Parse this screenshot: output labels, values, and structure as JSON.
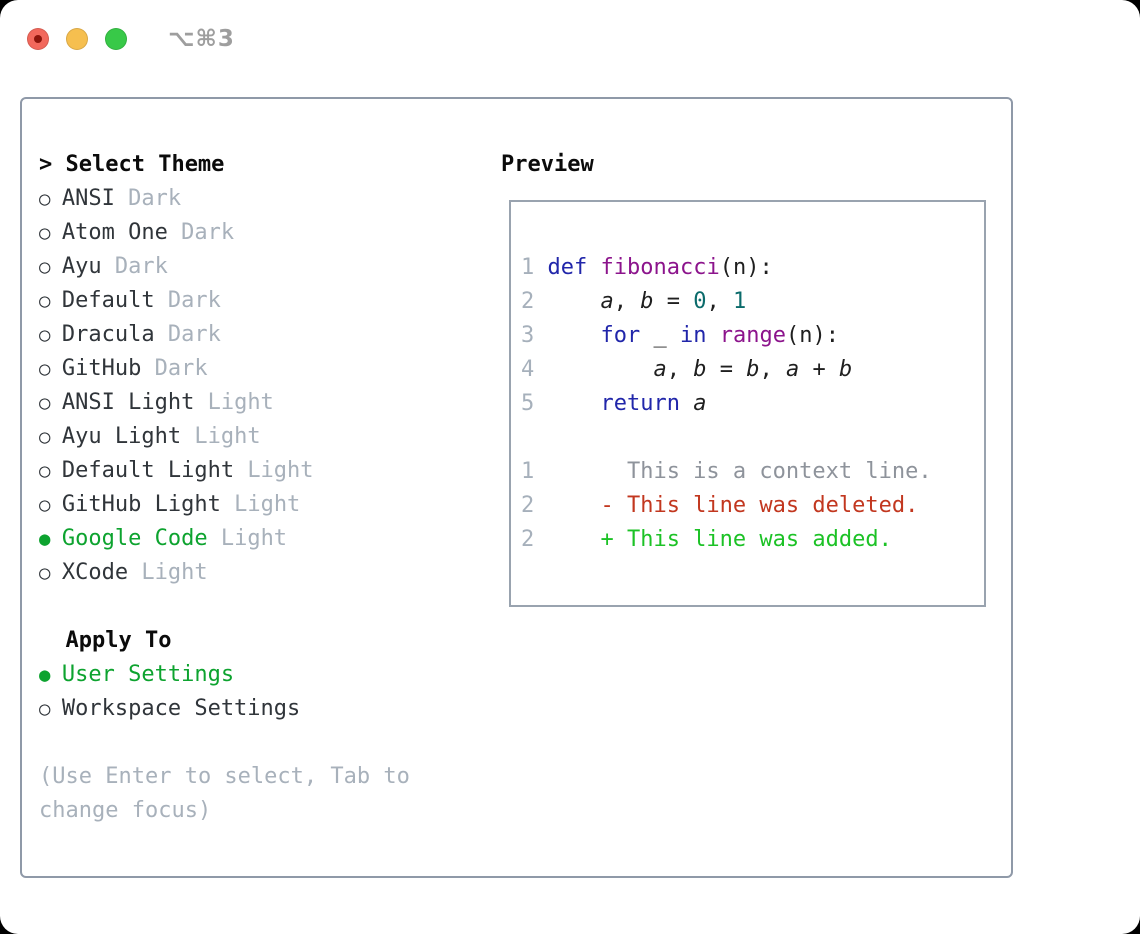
{
  "titlebar": {
    "title": "⌥⌘3"
  },
  "theme_list": {
    "header_marker": ">",
    "header": "Select Theme",
    "items": [
      {
        "name": "ANSI",
        "tag": "Dark",
        "selected": false
      },
      {
        "name": "Atom One",
        "tag": "Dark",
        "selected": false
      },
      {
        "name": "Ayu",
        "tag": "Dark",
        "selected": false
      },
      {
        "name": "Default",
        "tag": "Dark",
        "selected": false
      },
      {
        "name": "Dracula",
        "tag": "Dark",
        "selected": false
      },
      {
        "name": "GitHub",
        "tag": "Dark",
        "selected": false
      },
      {
        "name": "ANSI Light",
        "tag": "Light",
        "selected": false
      },
      {
        "name": "Ayu Light",
        "tag": "Light",
        "selected": false
      },
      {
        "name": "Default Light",
        "tag": "Light",
        "selected": false
      },
      {
        "name": "GitHub Light",
        "tag": "Light",
        "selected": false
      },
      {
        "name": "Google Code",
        "tag": "Light",
        "selected": true
      },
      {
        "name": "XCode",
        "tag": "Light",
        "selected": false
      }
    ]
  },
  "apply_to": {
    "header": "Apply To",
    "options": [
      {
        "label": "User Settings",
        "selected": true
      },
      {
        "label": "Workspace Settings",
        "selected": false
      }
    ]
  },
  "footer_hint": {
    "line1": "(Use Enter to select, Tab to",
    "line2": "change focus)"
  },
  "preview": {
    "header": "Preview",
    "code_lines": [
      {
        "num": "1",
        "segments": [
          {
            "t": "def",
            "c": "kw"
          },
          {
            "t": " ",
            "c": "pl"
          },
          {
            "t": "fibonacci",
            "c": "fn"
          },
          {
            "t": "(n):",
            "c": "pl"
          }
        ]
      },
      {
        "num": "2",
        "segments": [
          {
            "t": "    ",
            "c": "pl"
          },
          {
            "t": "a",
            "c": "var"
          },
          {
            "t": ", ",
            "c": "pl"
          },
          {
            "t": "b",
            "c": "var"
          },
          {
            "t": " = ",
            "c": "pl"
          },
          {
            "t": "0",
            "c": "num"
          },
          {
            "t": ", ",
            "c": "pl"
          },
          {
            "t": "1",
            "c": "num"
          }
        ]
      },
      {
        "num": "3",
        "segments": [
          {
            "t": "    ",
            "c": "pl"
          },
          {
            "t": "for",
            "c": "kw"
          },
          {
            "t": " _ ",
            "c": "pl"
          },
          {
            "t": "in",
            "c": "kw"
          },
          {
            "t": " ",
            "c": "pl"
          },
          {
            "t": "range",
            "c": "fn"
          },
          {
            "t": "(n):",
            "c": "pl"
          }
        ]
      },
      {
        "num": "4",
        "segments": [
          {
            "t": "        ",
            "c": "pl"
          },
          {
            "t": "a",
            "c": "var"
          },
          {
            "t": ", ",
            "c": "pl"
          },
          {
            "t": "b",
            "c": "var"
          },
          {
            "t": " = ",
            "c": "pl"
          },
          {
            "t": "b",
            "c": "var"
          },
          {
            "t": ", ",
            "c": "pl"
          },
          {
            "t": "a",
            "c": "var"
          },
          {
            "t": " + ",
            "c": "pl"
          },
          {
            "t": "b",
            "c": "var"
          }
        ]
      },
      {
        "num": "5",
        "segments": [
          {
            "t": "    ",
            "c": "pl"
          },
          {
            "t": "return",
            "c": "kw"
          },
          {
            "t": " ",
            "c": "pl"
          },
          {
            "t": "a",
            "c": "var"
          }
        ]
      }
    ],
    "diff_lines": [
      {
        "num": "1",
        "kind": "context",
        "text": "      This is a context line."
      },
      {
        "num": "2",
        "kind": "deleted",
        "text": "    - This line was deleted."
      },
      {
        "num": "2",
        "kind": "added",
        "text": "    + This line was added."
      }
    ]
  },
  "colors": {
    "traffic-red": "#f2685c",
    "traffic-yellow": "#f6bf4f",
    "traffic-green": "#38c948",
    "title-gray": "#9e9e9e",
    "border-gray": "#8f99a8",
    "preview-border-gray": "#99a3af",
    "text-dark": "#30353a",
    "muted-gray": "#a8b1bb",
    "selected-green": "#0da32f",
    "code-dark": "#1f1f1f",
    "keyword-blue": "#2126aa",
    "function-purple": "#8c148c",
    "number-teal": "#0b6b6b",
    "line-number-gray": "#a6b0bb",
    "context-gray": "#8e939b",
    "deleted-red": "#c2371f",
    "added-green": "#1cc226"
  }
}
